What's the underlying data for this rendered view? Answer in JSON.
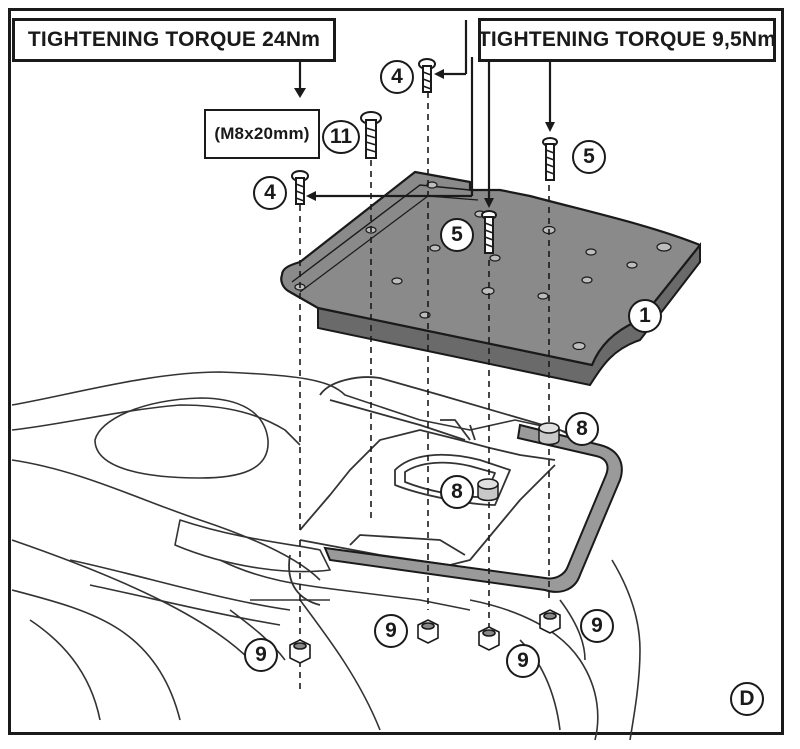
{
  "labels": {
    "torque_left": "TIGHTENING TORQUE 24Nm",
    "torque_right": "TIGHTENING TORQUE 9,5Nm",
    "bolt_spec": "(M8x20mm)",
    "panel_letter": "D"
  },
  "callouts": {
    "plate": "1",
    "screw_4": "4",
    "screw_5": "5",
    "spacer_8": "8",
    "nut_9": "9",
    "bolt_11": "11"
  },
  "colors": {
    "line": "#1a1a1a",
    "plate_fill": "#8a8a8a",
    "plate_edge": "#6a6a6a",
    "rack_fill": "#9a9a9a",
    "spacer_fill": "#c8c8c8"
  }
}
